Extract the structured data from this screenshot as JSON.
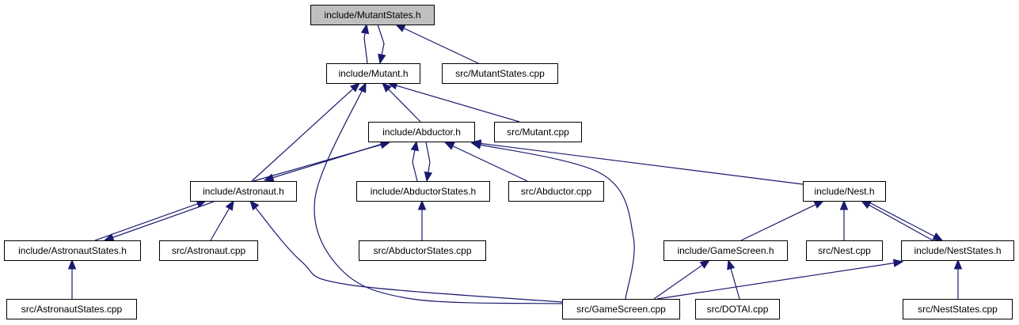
{
  "diagram": {
    "nodes": [
      {
        "id": "mutantstates_h",
        "label": "include/MutantStates.h",
        "root": true
      },
      {
        "id": "mutant_h",
        "label": "include/Mutant.h"
      },
      {
        "id": "mutantstates_cpp",
        "label": "src/MutantStates.cpp"
      },
      {
        "id": "abductor_h",
        "label": "include/Abductor.h"
      },
      {
        "id": "mutant_cpp",
        "label": "src/Mutant.cpp"
      },
      {
        "id": "astronaut_h",
        "label": "include/Astronaut.h"
      },
      {
        "id": "abductorstates_h",
        "label": "include/AbductorStates.h"
      },
      {
        "id": "abductor_cpp",
        "label": "src/Abductor.cpp"
      },
      {
        "id": "nest_h",
        "label": "include/Nest.h"
      },
      {
        "id": "astronautstates_h",
        "label": "include/AstronautStates.h"
      },
      {
        "id": "astronaut_cpp",
        "label": "src/Astronaut.cpp"
      },
      {
        "id": "abductorstates_cpp",
        "label": "src/AbductorStates.cpp"
      },
      {
        "id": "gamescreen_h",
        "label": "include/GameScreen.h"
      },
      {
        "id": "nest_cpp",
        "label": "src/Nest.cpp"
      },
      {
        "id": "neststates_h",
        "label": "include/NestStates.h"
      },
      {
        "id": "astronautstates_cpp",
        "label": "src/AstronautStates.cpp"
      },
      {
        "id": "gamescreen_cpp",
        "label": "src/GameScreen.cpp"
      },
      {
        "id": "dotai_cpp",
        "label": "src/DOTAI.cpp"
      },
      {
        "id": "neststates_cpp",
        "label": "src/NestStates.cpp"
      }
    ],
    "edges": [
      {
        "from": "mutant_h",
        "to": "mutantstates_h"
      },
      {
        "from": "mutantstates_h",
        "to": "mutant_h"
      },
      {
        "from": "mutantstates_cpp",
        "to": "mutantstates_h"
      },
      {
        "from": "abductor_h",
        "to": "mutant_h"
      },
      {
        "from": "mutant_cpp",
        "to": "mutant_h"
      },
      {
        "from": "astronaut_h",
        "to": "mutant_h"
      },
      {
        "from": "gamescreen_cpp",
        "to": "mutant_h"
      },
      {
        "from": "astronaut_h",
        "to": "abductor_h"
      },
      {
        "from": "abductor_h",
        "to": "astronaut_h"
      },
      {
        "from": "abductorstates_h",
        "to": "abductor_h"
      },
      {
        "from": "abductor_h",
        "to": "abductorstates_h"
      },
      {
        "from": "abductor_cpp",
        "to": "abductor_h"
      },
      {
        "from": "nest_h",
        "to": "abductor_h"
      },
      {
        "from": "gamescreen_cpp",
        "to": "abductor_h"
      },
      {
        "from": "astronautstates_h",
        "to": "astronaut_h"
      },
      {
        "from": "astronaut_h",
        "to": "astronautstates_h"
      },
      {
        "from": "astronaut_cpp",
        "to": "astronaut_h"
      },
      {
        "from": "gamescreen_cpp",
        "to": "astronaut_h"
      },
      {
        "from": "abductorstates_cpp",
        "to": "abductorstates_h"
      },
      {
        "from": "astronautstates_cpp",
        "to": "astronautstates_h"
      },
      {
        "from": "gamescreen_h",
        "to": "nest_h"
      },
      {
        "from": "nest_cpp",
        "to": "nest_h"
      },
      {
        "from": "neststates_h",
        "to": "nest_h"
      },
      {
        "from": "nest_h",
        "to": "neststates_h"
      },
      {
        "from": "gamescreen_cpp",
        "to": "gamescreen_h"
      },
      {
        "from": "dotai_cpp",
        "to": "gamescreen_h"
      },
      {
        "from": "gamescreen_cpp",
        "to": "neststates_h"
      },
      {
        "from": "neststates_cpp",
        "to": "neststates_h"
      }
    ]
  },
  "colors": {
    "edge": "#191970",
    "root_fill": "#bfbfbf",
    "node_fill": "#ffffff",
    "node_border": "#000000"
  }
}
